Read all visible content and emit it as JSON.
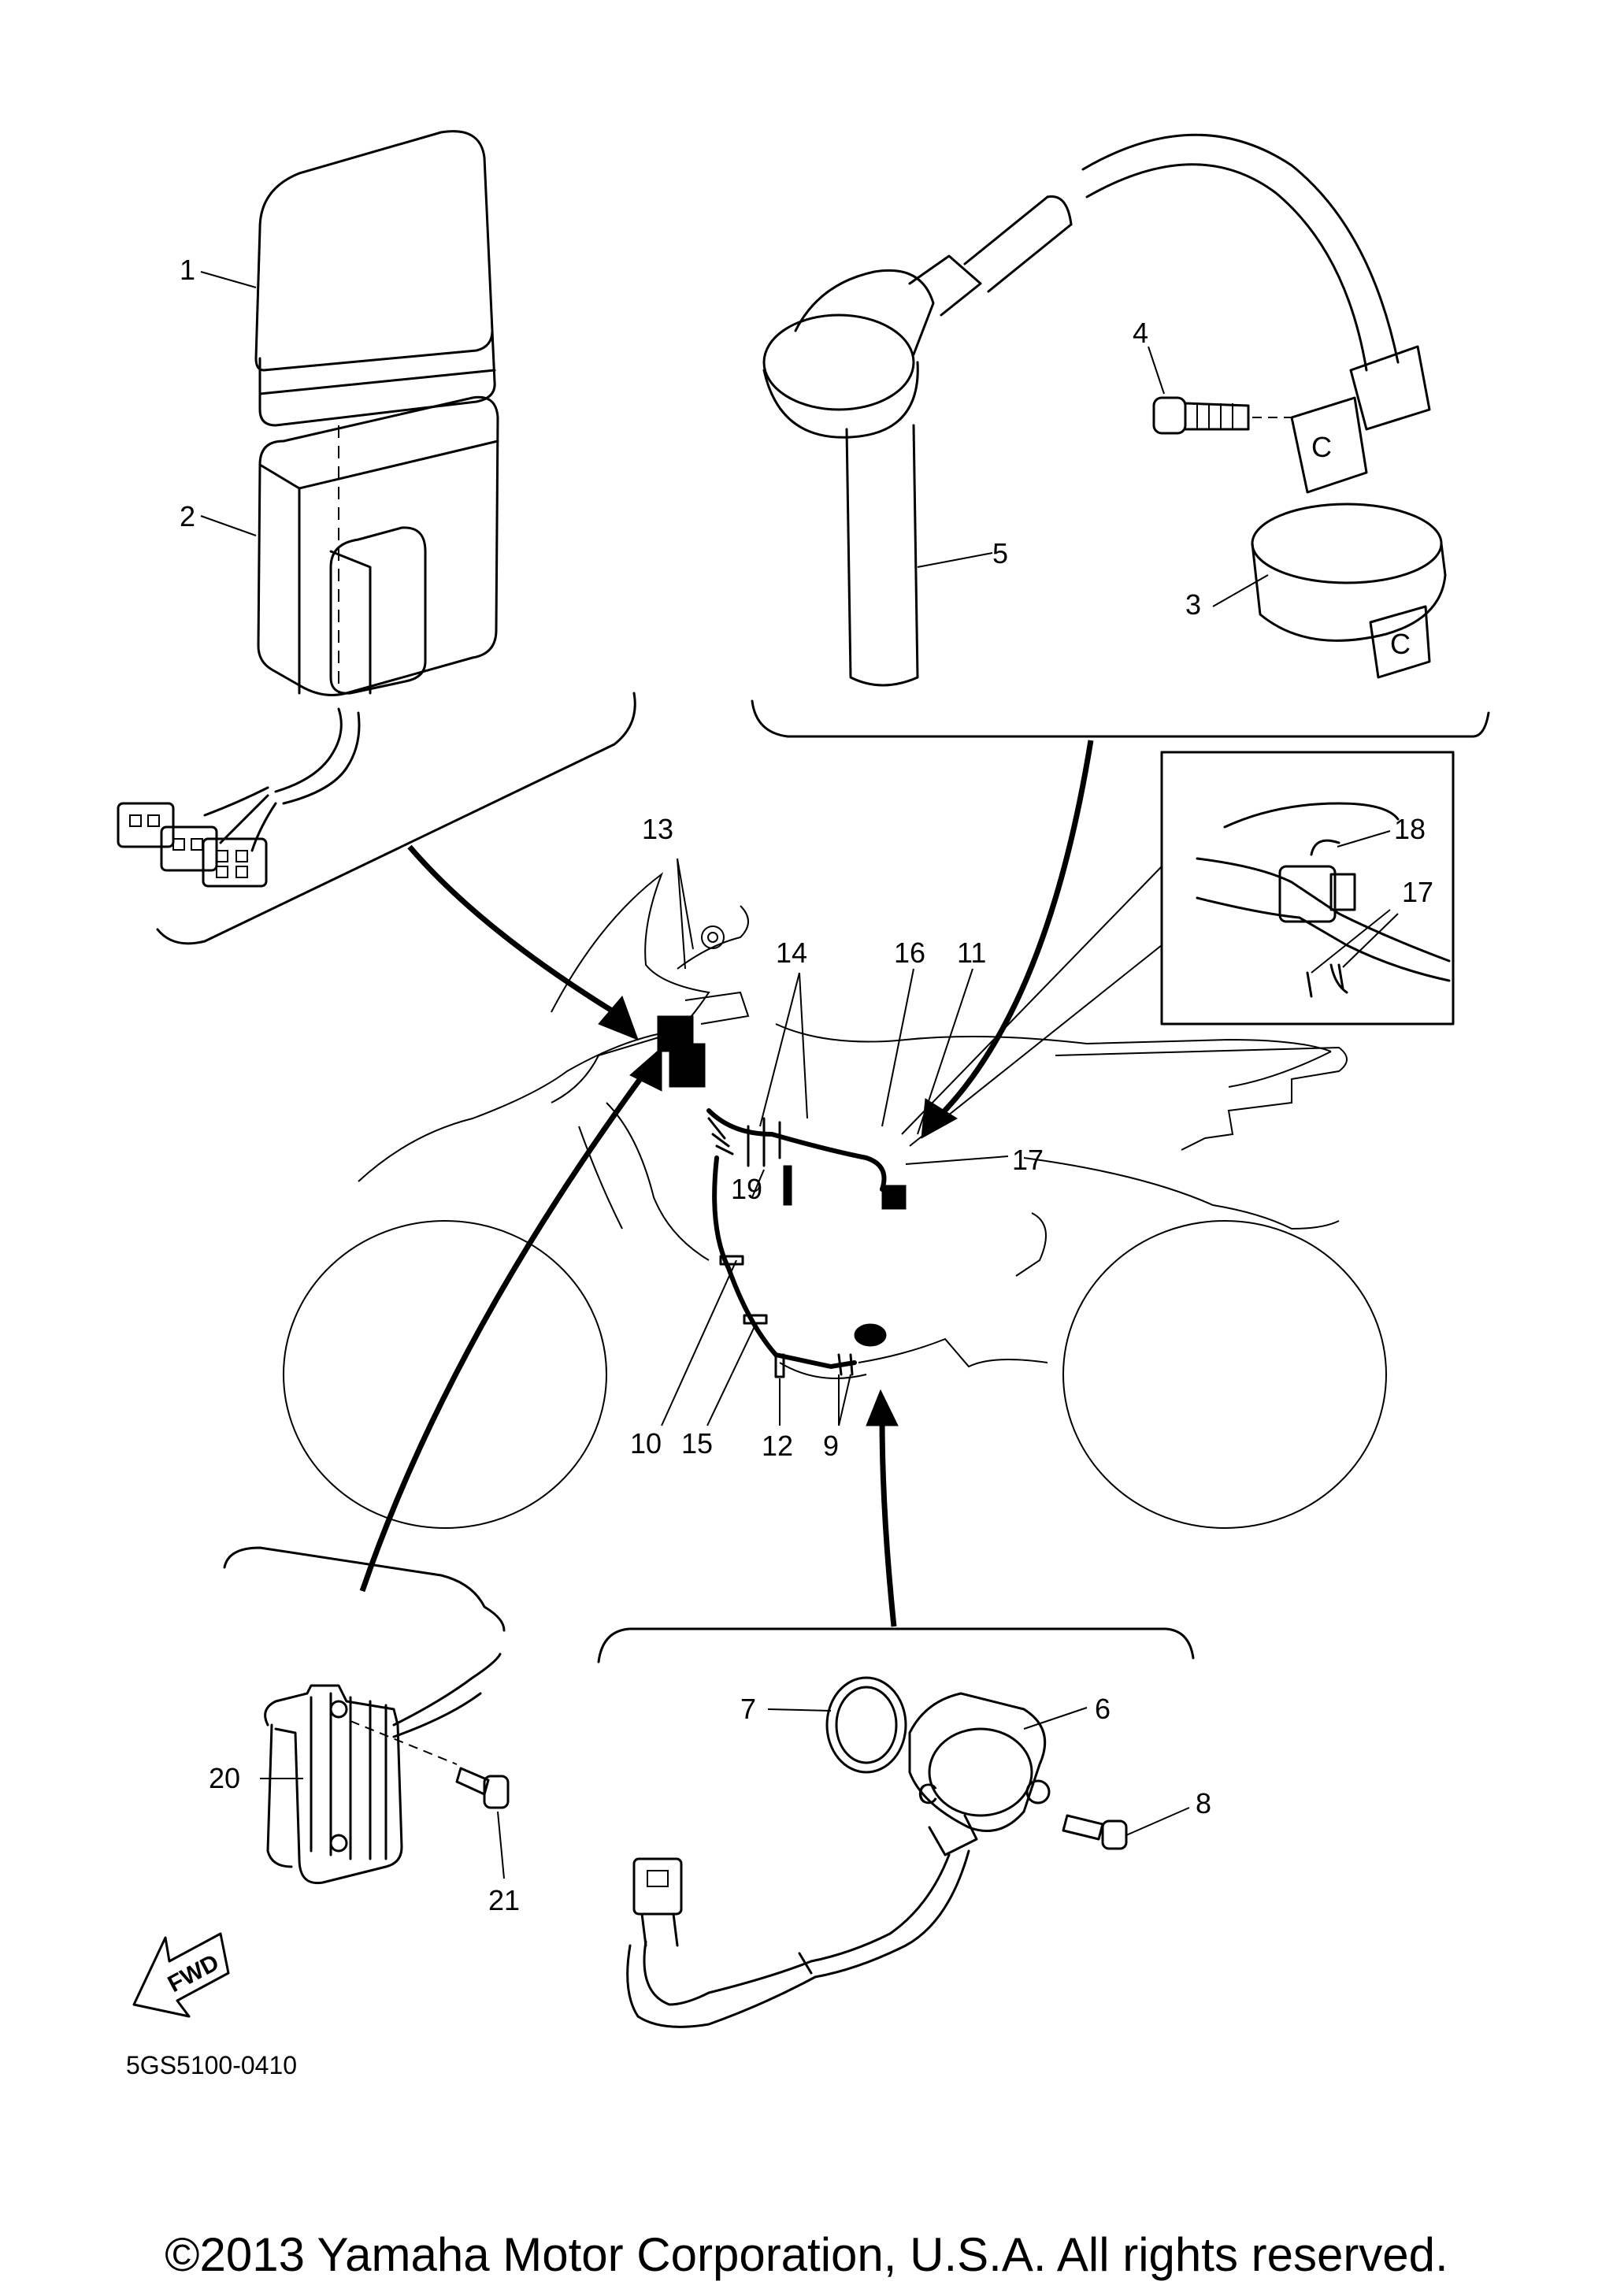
{
  "callouts": [
    "1",
    "2",
    "3",
    "4",
    "5",
    "6",
    "7",
    "8",
    "9",
    "10",
    "11",
    "12",
    "13",
    "14",
    "15",
    "16",
    "17",
    "17",
    "18",
    "19",
    "20",
    "21"
  ],
  "fwd_label": "FWD",
  "diagram_code": "5GS5100-0410",
  "copyright": "©2013 Yamaha Motor Corporation, U.S.A. All rights reserved."
}
